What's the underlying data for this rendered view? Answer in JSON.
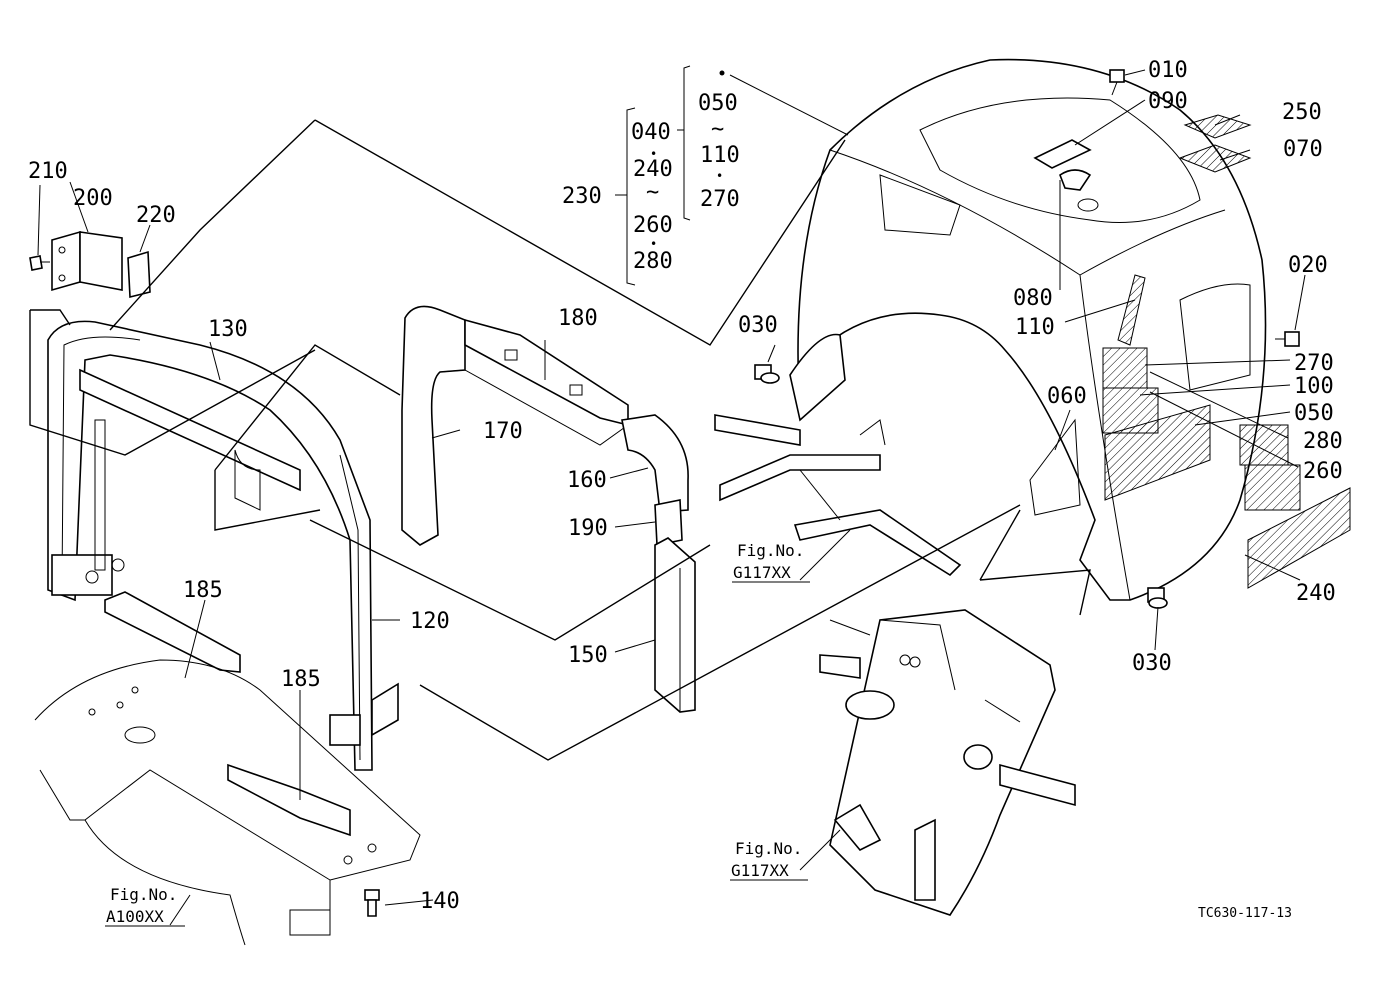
{
  "parts": {
    "p010": "010",
    "p020": "020",
    "p030a": "030",
    "p030b": "030",
    "p050": "050",
    "p060": "060",
    "p070": "070",
    "p080": "080",
    "p090": "090",
    "p100": "100",
    "p110": "110",
    "p120": "120",
    "p130": "130",
    "p140": "140",
    "p150": "150",
    "p160": "160",
    "p170": "170",
    "p180": "180",
    "p185a": "185",
    "p185b": "185",
    "p190": "190",
    "p200": "200",
    "p210": "210",
    "p220": "220",
    "p240": "240",
    "p250": "250",
    "p260": "260",
    "p270": "270",
    "p280": "280"
  },
  "kit": {
    "k230": "230",
    "k040": "040",
    "k240": "240",
    "tilde1": "~",
    "k260": "260",
    "k280": "280",
    "k050": "050",
    "tilde2": "~",
    "k110": "110",
    "k270": "270",
    "dot": "•"
  },
  "figure_refs": {
    "ref1_line1": "Fig.No.",
    "ref1_line2": "G117XX",
    "ref2_line1": "Fig.No.",
    "ref2_line2": "G117XX",
    "ref3_line1": "Fig.No.",
    "ref3_line2": "A100XX"
  },
  "drawing_code": "TC630-117-13"
}
